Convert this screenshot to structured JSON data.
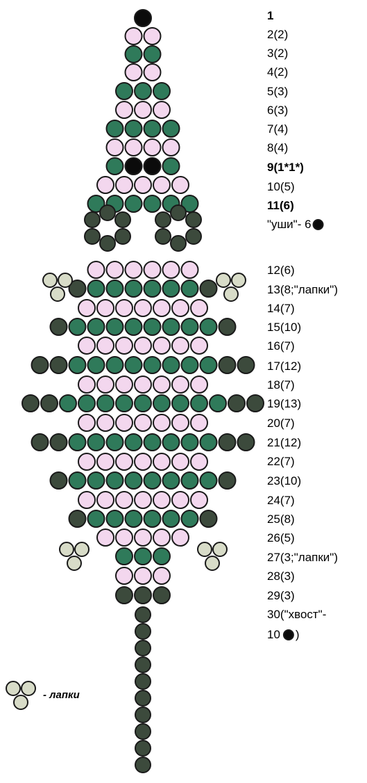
{
  "colors": {
    "green": "#2f7a5a",
    "pink": "#f3d7ee",
    "black": "#0b0b0b",
    "dark": "#3c4a3c",
    "paw": "#d8dcc8",
    "outline": "#1a1a1a"
  },
  "rows": [
    {
      "label": "1",
      "bold": true
    },
    {
      "label": "2(2)"
    },
    {
      "label": "3(2)"
    },
    {
      "label": "4(2)"
    },
    {
      "label": "5(3)"
    },
    {
      "label": "6(3)"
    },
    {
      "label": "7(4)"
    },
    {
      "label": "8(4)"
    },
    {
      "label": "9(1*1*)",
      "bold": true
    },
    {
      "label": "10(5)"
    },
    {
      "label": "11(6)",
      "bold": true
    },
    {
      "label": "\"уши\"- 6"
    },
    {
      "label": "12(6)"
    },
    {
      "label": "13(8;\"лапки\")"
    },
    {
      "label": "14(7)"
    },
    {
      "label": "15(10)"
    },
    {
      "label": "16(7)"
    },
    {
      "label": "17(12)"
    },
    {
      "label": "18(7)"
    },
    {
      "label": "19(13)"
    },
    {
      "label": "20(7)"
    },
    {
      "label": "21(12)"
    },
    {
      "label": "22(7)"
    },
    {
      "label": "23(10)"
    },
    {
      "label": "24(7)"
    },
    {
      "label": "25(8)"
    },
    {
      "label": "26(5)"
    },
    {
      "label": "27(3;\"лапки\")"
    },
    {
      "label": "28(3)"
    },
    {
      "label": "29(3)"
    },
    {
      "label": "30(\"хвост\"-"
    },
    {
      "label": "10"
    },
    {
      "label": ")"
    }
  ],
  "legend": {
    "label": "- лапки",
    "icon": "paw-beads"
  }
}
